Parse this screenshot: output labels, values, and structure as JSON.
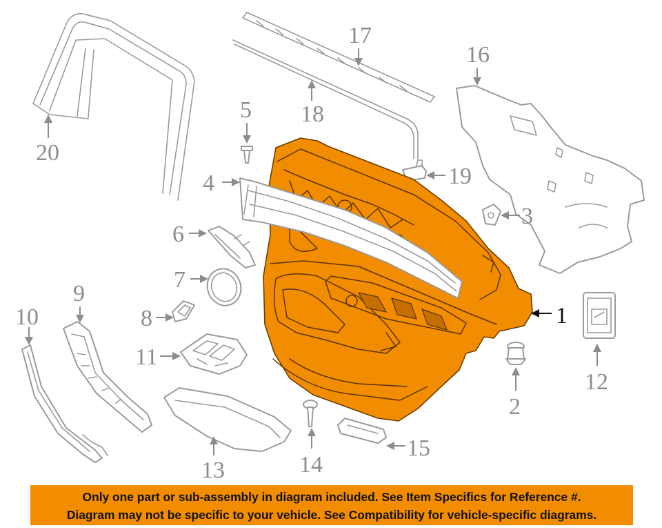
{
  "diagram": {
    "callouts": {
      "c1": "1",
      "c2": "2",
      "c3": "3",
      "c4": "4",
      "c5": "5",
      "c6": "6",
      "c7": "7",
      "c8": "8",
      "c9": "9",
      "c10": "10",
      "c11": "11",
      "c12": "12",
      "c13": "13",
      "c14": "14",
      "c15": "15",
      "c16": "16",
      "c17": "17",
      "c18": "18",
      "c19": "19",
      "c20": "20"
    },
    "highlight_color": "#f28c00",
    "line_color": "#9a9a9a"
  },
  "notice": {
    "line1": "Only one part or sub-assembly in diagram included. See Item Specifics for Reference #.",
    "line2": "Diagram may not be specific to your vehicle. See Compatibility for vehicle-specific diagrams."
  }
}
